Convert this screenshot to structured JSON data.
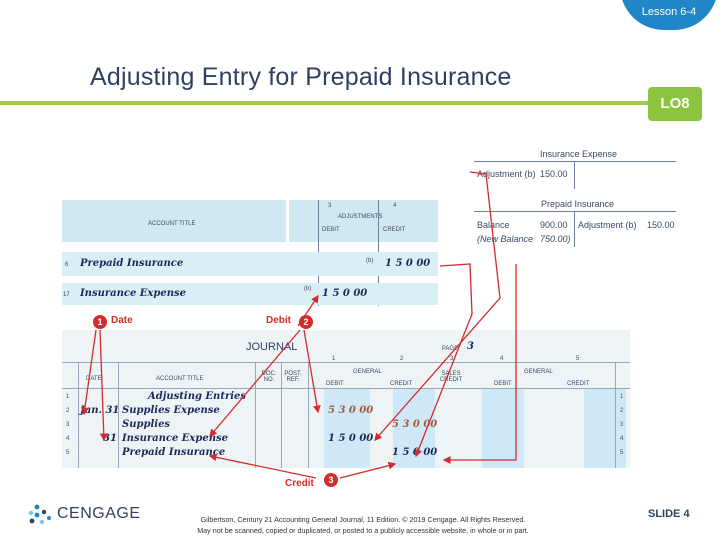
{
  "lesson": "Lesson 6-4",
  "title": "Adjusting Entry for Prepaid Insurance",
  "lo_badge": "LO8",
  "t_accounts": {
    "insurance_expense": {
      "title": "Insurance Expense",
      "left_label": "Adjustment (b)",
      "left_value": "150.00"
    },
    "prepaid_insurance": {
      "title": "Prepaid Insurance",
      "balance_label": "Balance",
      "balance_value": "900.00",
      "new_balance_label": "(New Balance",
      "new_balance_value": "750.00)",
      "right_label": "Adjustment (b)",
      "right_value": "150.00"
    }
  },
  "worksheet": {
    "col_numbers": [
      "3",
      "4"
    ],
    "header": "ACCOUNT TITLE",
    "adjustments": "ADJUSTMENTS",
    "debit": "DEBIT",
    "credit": "CREDIT",
    "rows": [
      {
        "num": "6",
        "title": "Prepaid Insurance",
        "mark": "(b)",
        "credit": "1 5 0 00"
      },
      {
        "num": "17",
        "title": "Insurance Expense",
        "mark": "(b)",
        "debit": "1 5 0 00"
      }
    ]
  },
  "journal": {
    "title": "JOURNAL",
    "page_label": "PAGE",
    "page_num": "3",
    "col_nums": [
      "1",
      "2",
      "3",
      "4",
      "5"
    ],
    "headers": {
      "date": "DATE",
      "account": "ACCOUNT TITLE",
      "doc": "DOC. NO.",
      "post": "POST. REF.",
      "general": "GENERAL",
      "debit": "DEBIT",
      "credit": "CREDIT",
      "sales": "SALES CREDIT",
      "general2": "GENERAL",
      "debit2": "DEBIT",
      "credit2": "CREDIT"
    },
    "rows": [
      {
        "n": "1",
        "date": "",
        "title": "Adjusting Entries",
        "debit": "",
        "credit": ""
      },
      {
        "n": "2",
        "date": "Jan.  31",
        "title": "Supplies Expense",
        "debit": "5 3 0 00",
        "credit": ""
      },
      {
        "n": "3",
        "date": "",
        "title": "Supplies",
        "debit": "",
        "credit": "5 3 0 00"
      },
      {
        "n": "4",
        "date": "31",
        "title": "Insurance Expense",
        "debit": "1 5 0 00",
        "credit": ""
      },
      {
        "n": "5",
        "date": "",
        "title": "Prepaid Insurance",
        "debit": "",
        "credit": "1 5 0 00"
      }
    ]
  },
  "callouts": {
    "c1": {
      "num": "1",
      "label": "Date"
    },
    "c2": {
      "num": "2",
      "label": "Debit"
    },
    "c3": {
      "num": "3",
      "label": "Credit"
    }
  },
  "logo": "CENGAGE",
  "footer": {
    "line1": "Gilbertson, Century 21 Accounting General Journal, 11 Edition. © 2019 Cengage. All Rights Reserved.",
    "line2": "May not be scanned, copied or duplicated, or posted to a publicly accessible website, in whole or in part."
  },
  "slide_number": "SLIDE 4",
  "colors": {
    "accent_green": "#8bc53f",
    "accent_blue": "#1f86c7",
    "callout_red": "#d22c2c",
    "title_navy": "#2f4163"
  }
}
